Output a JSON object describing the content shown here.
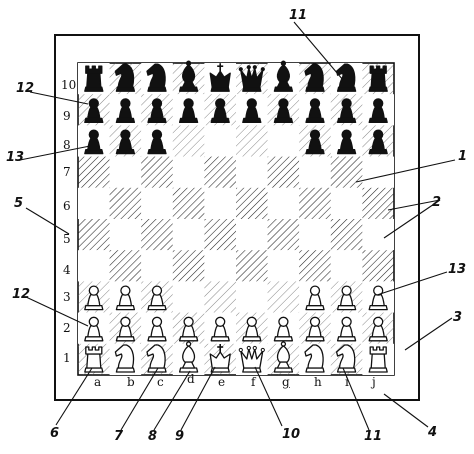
{
  "board": {
    "files": [
      "a",
      "b",
      "c",
      "d",
      "e",
      "f",
      "g",
      "h",
      "i",
      "j"
    ],
    "ranks": [
      "10",
      "9",
      "8",
      "7",
      "6",
      "5",
      "4",
      "3",
      "2",
      "1"
    ],
    "position": [
      [
        "rook",
        "knight",
        "knight",
        "bishop",
        "king",
        "queen",
        "bishop",
        "knight",
        "knight",
        "rook"
      ],
      [
        "pawn",
        "pawn",
        "pawn",
        "pawn",
        "pawn",
        "pawn",
        "pawn",
        "pawn",
        "pawn",
        "pawn"
      ],
      [
        "pawn",
        "pawn",
        "pawn",
        "",
        "",
        "",
        "",
        "pawn",
        "pawn",
        "pawn"
      ],
      [
        "",
        "",
        "",
        "",
        "",
        "",
        "",
        "",
        "",
        ""
      ],
      [
        "",
        "",
        "",
        "",
        "",
        "",
        "",
        "",
        "",
        ""
      ],
      [
        "",
        "",
        "",
        "",
        "",
        "",
        "",
        "",
        "",
        ""
      ],
      [
        "",
        "",
        "",
        "",
        "",
        "",
        "",
        "",
        "",
        ""
      ],
      [
        "pawn",
        "pawn",
        "pawn",
        "",
        "",
        "",
        "",
        "pawn",
        "pawn",
        "pawn"
      ],
      [
        "pawn",
        "pawn",
        "pawn",
        "pawn",
        "pawn",
        "pawn",
        "pawn",
        "pawn",
        "pawn",
        "pawn"
      ],
      [
        "rook",
        "knight",
        "knight",
        "bishop",
        "king",
        "queen",
        "bishop",
        "knight",
        "knight",
        "rook"
      ]
    ],
    "colors": {
      "dark_piece": "#111111",
      "light_piece": "#ffffff",
      "ink": "#111111",
      "paper": "#ffffff"
    }
  },
  "callouts": [
    {
      "id": "c1",
      "text": "1"
    },
    {
      "id": "c2",
      "text": "2"
    },
    {
      "id": "c3",
      "text": "3"
    },
    {
      "id": "c4",
      "text": "4"
    },
    {
      "id": "c5",
      "text": "5"
    },
    {
      "id": "c6",
      "text": "6"
    },
    {
      "id": "c7",
      "text": "7"
    },
    {
      "id": "c8",
      "text": "8"
    },
    {
      "id": "c9",
      "text": "9"
    },
    {
      "id": "c10",
      "text": "10"
    },
    {
      "id": "c11a",
      "text": "11"
    },
    {
      "id": "c11b",
      "text": "11"
    },
    {
      "id": "c12a",
      "text": "12"
    },
    {
      "id": "c12b",
      "text": "12"
    },
    {
      "id": "c13a",
      "text": "13"
    },
    {
      "id": "c13b",
      "text": "13"
    }
  ]
}
